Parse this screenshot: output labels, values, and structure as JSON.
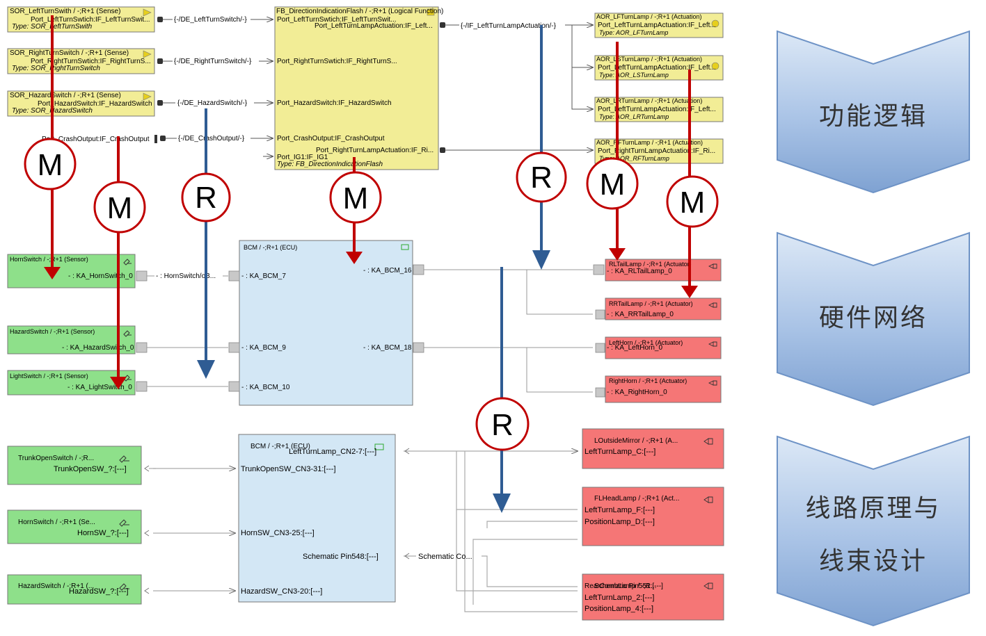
{
  "functional": {
    "sensors": [
      {
        "title": "SOR_LeftTurnSwith / -;R+1 (Sense)",
        "port": "Port_LeftTurnSwtich:IF_LeftTurnSwit...",
        "type": "Type: SOR_LeftTurnSwith",
        "line": "{-/DE_LeftTurnSwitch/-}"
      },
      {
        "title": "SOR_RightTurnSwitch / -;R+1 (Sense)",
        "port": "Port_RightTurnSwtich:IF_RightTurnS...",
        "type": "Type: SOR_RightTurnSwitch",
        "line": "{-/DE_RightTurnSwitch/-}"
      },
      {
        "title": "SOR_HazardSwitch / -;R+1 (Sense)",
        "port": "Port_HazardSwitch:IF_HazardSwitch",
        "type": "Type: SOR_HazardSwitch",
        "line": "{-/DE_HazardSwitch/-}"
      }
    ],
    "crash": {
      "port": "Port_CrashOutput:IF_CrashOutput",
      "line": "{-/DE_CrashOutput/-}"
    },
    "fb": {
      "title": "FB_DirectionIndicationFlash / -;R+1 (Logical Function)",
      "ports_in": [
        "Port_LeftTurnSwtich:IF_LeftTurnSwit...",
        "Port_RightTurnSwtich:IF_RightTurnS...",
        "Port_HazardSwitch:IF_HazardSwitch",
        "Port_CrashOutput:IF_CrashOutput",
        "Port_IG1:IF_IG1"
      ],
      "out_left": "Port_LeftTurnLampActuation:IF_Left...",
      "out_right": "Port_RightTurnLampActuation:IF_Ri...",
      "type": "Type: FB_DirectionIndicationFlash"
    },
    "actuation_line": "{-/IF_LeftTurnLampActuation/-}",
    "actuators": [
      {
        "title": "AOR_LFTurnLamp / -;R+1 (Actuation)",
        "port": "Port_LeftTurnLampActuation:IF_Left...",
        "type": "Type: AOR_LFTurnLamp"
      },
      {
        "title": "AOR_LSTurnLamp / -;R+1 (Actuation)",
        "port": "Port_LeftTurnLampActuation:IF_Left...",
        "type": "Type: AOR_LSTurnLamp"
      },
      {
        "title": "AOR_LRTurnLamp / -;R+1 (Actuation)",
        "port": "Port_LeftTurnLampActuation:IF_Left...",
        "type": "Type: AOR_LRTurnLamp"
      },
      {
        "title": "AOR_RFTurnLamp / -;R+1 (Actuation)",
        "port": "Port_RightTurnLampActuation:IF_Ri...",
        "type": "Type: AOR_RFTurnLamp"
      }
    ]
  },
  "hardware": {
    "sensors": [
      {
        "title": "HornSwitch / -;R+1 (Sensor)",
        "pin": "- : KA_HornSwitch_0"
      },
      {
        "title": "HazardSwitch / -;R+1 (Sensor)",
        "pin": "- : KA_HazardSwitch_0"
      },
      {
        "title": "LightSwitch / -;R+1 (Sensor)",
        "pin": "- : KA_LightSwitch_0"
      }
    ],
    "horn_line": "- : HornSwitch/oB...",
    "bcm": {
      "title": "BCM / -;R+1 (ECU)",
      "pins_left": [
        "- : KA_BCM_7",
        "- : KA_BCM_9",
        "- : KA_BCM_10"
      ],
      "pins_right": [
        "- : KA_BCM_16",
        "- : KA_BCM_18"
      ]
    },
    "actuators": [
      {
        "title": "RLTailLamp / -;R+1 (Actuator)",
        "pin": "- : KA_RLTailLamp_0"
      },
      {
        "title": "RRTailLamp / -;R+1 (Actuator)",
        "pin": "- : KA_RRTailLamp_0"
      },
      {
        "title": "LeftHorn / -;R+1 (Actuator)",
        "pin": "- : KA_LeftHorn_0"
      },
      {
        "title": "RightHorn / -;R+1 (Actuator)",
        "pin": "- : KA_RightHorn_0"
      }
    ]
  },
  "wiring": {
    "switches": [
      {
        "title": "TrunkOpenSwitch / -;R...",
        "pin": "TrunkOpenSW_?:[---]"
      },
      {
        "title": "HornSwitch / -;R+1 (Se...",
        "pin": "HornSW_?:[---]"
      },
      {
        "title": "HazardSwitch / -;R+1 (...",
        "pin": "HazardSW_?:[---]"
      }
    ],
    "bcm": {
      "title": "BCM / -;R+1 (ECU)",
      "pins": [
        "LeftTurnLamp_CN2-7:[---]",
        "TrunkOpenSW_CN3-31:[---]",
        "HornSW_CN3-25:[---]",
        "Schematic Pin548:[---]",
        "HazardSW_CN3-20:[---]"
      ],
      "schematic_line": "Schematic Co..."
    },
    "lamps": [
      {
        "title": "LOutsideMirror / -;R+1 (A...",
        "pins": [
          "LeftTurnLamp_C:[---]"
        ]
      },
      {
        "title": "FLHeadLamp / -;R+1 (Act...",
        "pins": [
          "LeftTurnLamp_F:[---]",
          "PositionLamp_D:[---]"
        ]
      },
      {
        "title": "RearCombLamp / -;R...",
        "overlay": "Schematic Pin551:[---]",
        "pins": [
          "LeftTurnLamp_2:[---]",
          "PositionLamp_4:[---]"
        ]
      }
    ]
  },
  "markers": {
    "m": "M",
    "r": "R"
  },
  "stages": [
    {
      "lines": [
        "功能逻辑"
      ]
    },
    {
      "lines": [
        "硬件网络"
      ]
    },
    {
      "lines": [
        "线路原理与",
        "线束设计"
      ]
    }
  ],
  "colors": {
    "function_yellow": "#F2ED96",
    "sensor_green": "#8EE08A",
    "ecu_blue": "#D3E7F5",
    "actuator_red": "#F57676",
    "arrow_red": "#C00000",
    "arrow_blue": "#2F5C93",
    "chevron_light": "#D6E4F4",
    "chevron_dark": "#7FA2D2"
  }
}
